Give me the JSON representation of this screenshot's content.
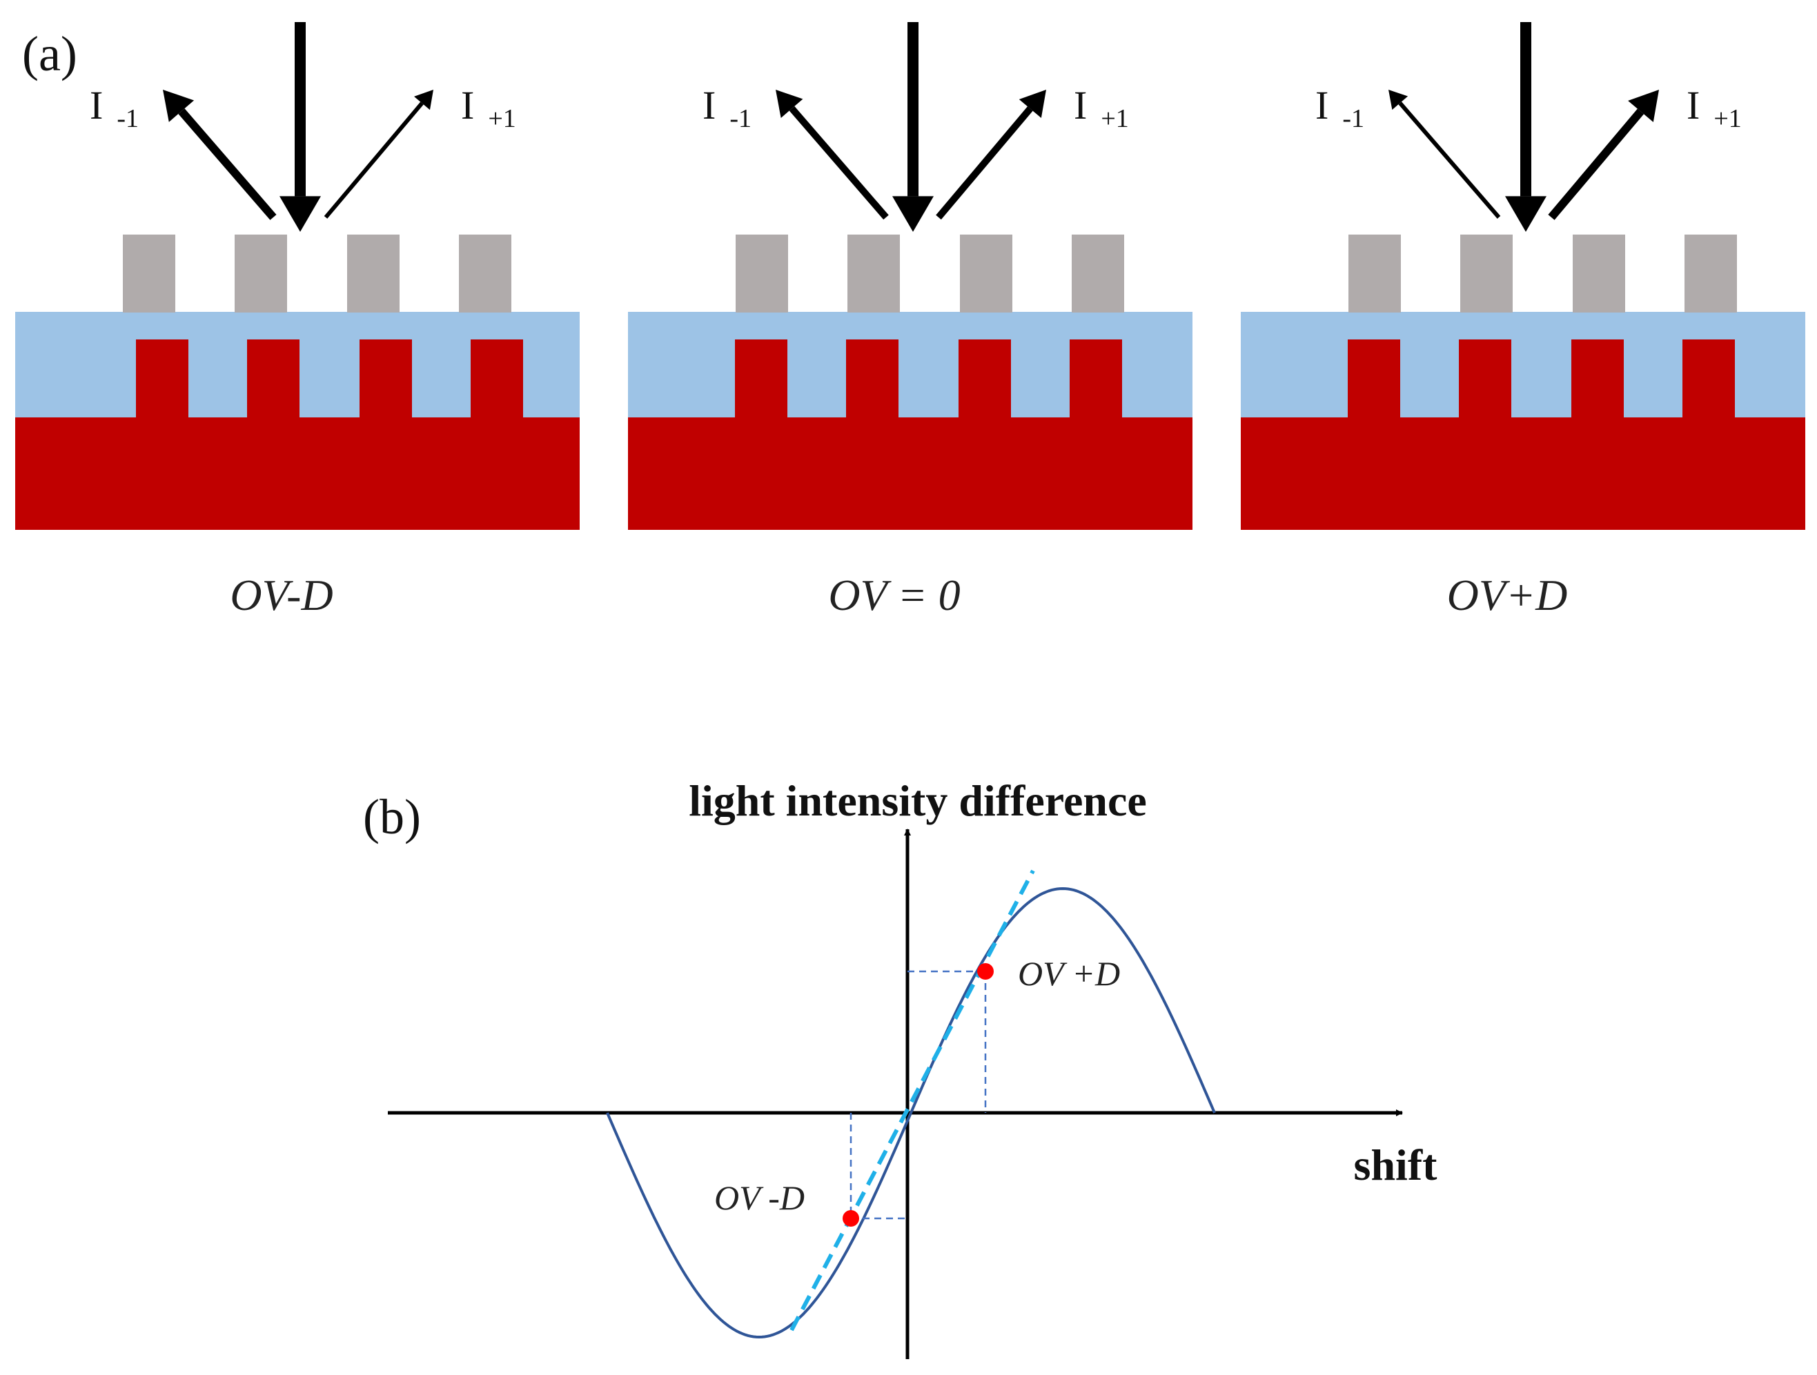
{
  "panel_a": {
    "label": "(a)",
    "order_minus": {
      "base": "I",
      "sub": "-1"
    },
    "order_plus": {
      "base": "I",
      "sub": "+1"
    },
    "cases": [
      {
        "caption": "OV-D",
        "minus_order_strength": "strong",
        "plus_order_strength": "weak"
      },
      {
        "caption": "OV = 0",
        "minus_order_strength": "equal",
        "plus_order_strength": "equal"
      },
      {
        "caption": "OV+D",
        "minus_order_strength": "weak",
        "plus_order_strength": "strong"
      }
    ],
    "colors": {
      "top_grating": "#b0abab",
      "layer": "#9dc3e6",
      "substrate": "#c00000",
      "arrow": "#000000"
    }
  },
  "panel_b": {
    "label": "(b)",
    "y_axis_title": "light intensity difference",
    "x_axis_title": "shift",
    "points": [
      {
        "label": "OV +D",
        "side": "positive"
      },
      {
        "label": "OV -D",
        "side": "negative"
      }
    ],
    "colors": {
      "curve": "#2f5597",
      "tangent": "#1fb0e8",
      "guide": "#4472c4",
      "point": "#ff0000",
      "axis": "#000000"
    }
  }
}
